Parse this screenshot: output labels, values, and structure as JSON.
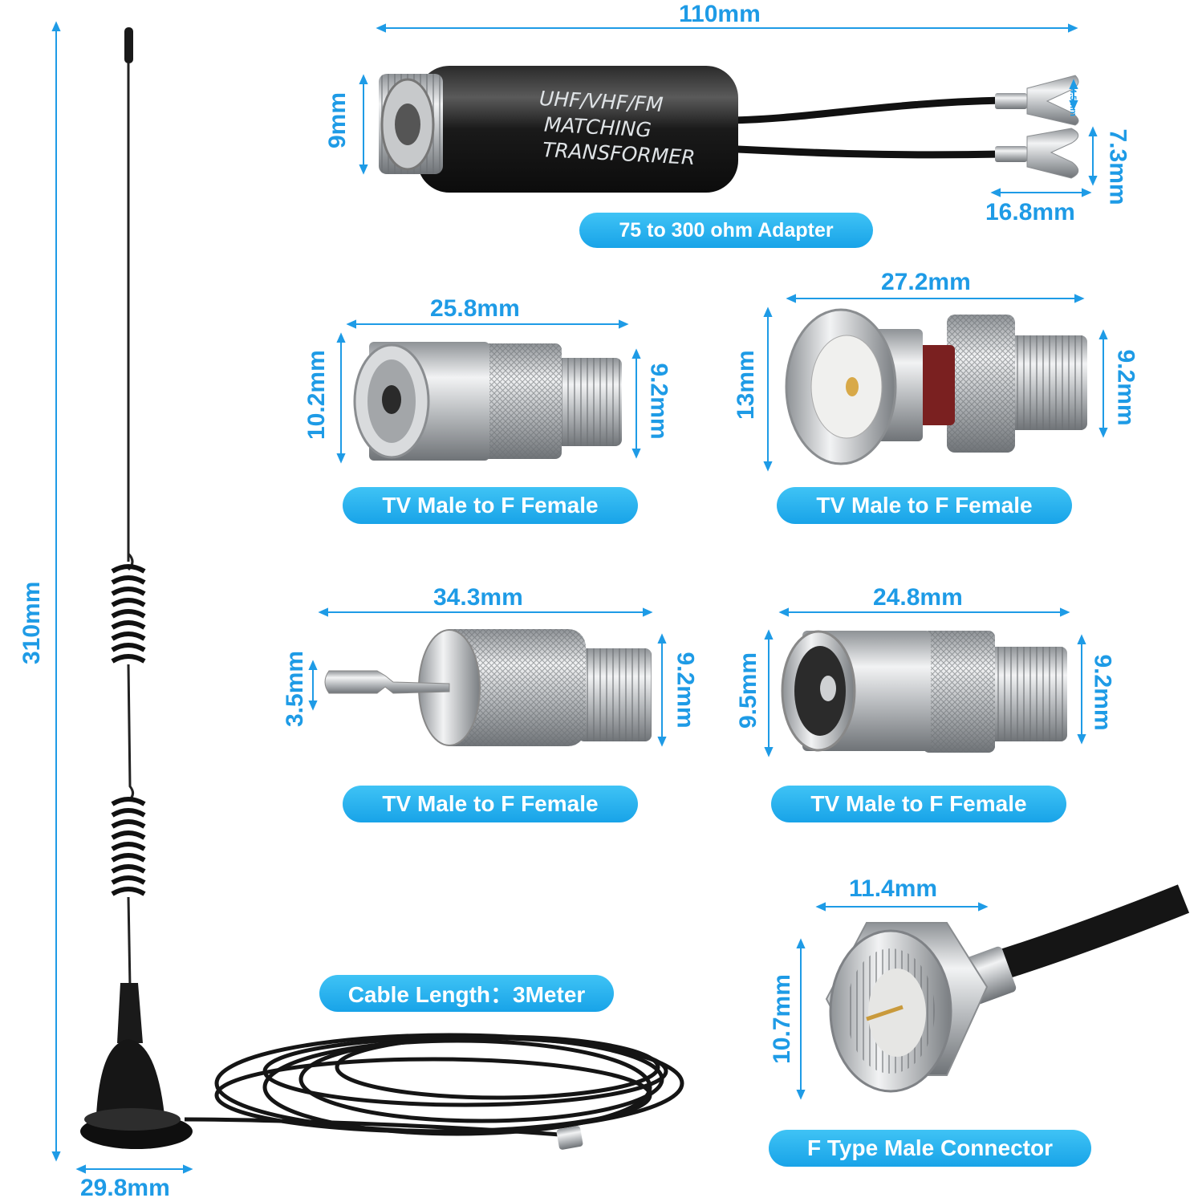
{
  "dimensions": {
    "antenna_height": "310mm",
    "base_diameter": "29.8mm",
    "adapter_length": "110mm",
    "adapter_diameter": "9mm",
    "spade_gap": "4.5mm",
    "spade_width": "7.3mm",
    "spade_length": "16.8mm",
    "c1_length": "25.8mm",
    "c1_left": "10.2mm",
    "c1_right": "9.2mm",
    "c2_length": "27.2mm",
    "c2_left": "13mm",
    "c2_right": "9.2mm",
    "c3_length": "34.3mm",
    "c3_left": "3.5mm",
    "c3_right": "9.2mm",
    "c4_length": "24.8mm",
    "c4_left": "9.5mm",
    "c4_right": "9.2mm",
    "f_length": "11.4mm",
    "f_height": "10.7mm"
  },
  "labels": {
    "adapter": "75 to 300 ohm Adapter",
    "c1": "TV Male to F Female",
    "c2": "TV Male to F Female",
    "c3": "TV Male to F Female",
    "c4": "TV Male to F Female",
    "cable": "Cable Length：3Meter",
    "f_type": "F Type Male Connector"
  },
  "printed_on_adapter": [
    "UHF/VHF/FM",
    "MATCHING",
    "TRANSFORMER"
  ],
  "colors": {
    "accent": "#1e9be6",
    "pill": "#22aaeb"
  }
}
